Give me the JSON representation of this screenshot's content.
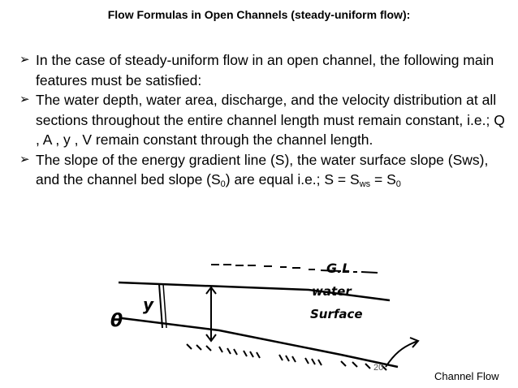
{
  "slide": {
    "title": "Flow Formulas in Open Channels (steady-uniform flow):",
    "bullet1": "In the case of steady-uniform flow in an open channel, the following main features must be satisfied:",
    "bullet2": "The water depth, water area, discharge, and the velocity distribution at all sections throughout the entire channel length must remain constant, i.e.; Q , A , y , V remain constant through the channel length.",
    "bullet3_part1": "The slope of the energy gradient line (S), the water surface slope (Sws), and the channel bed slope (S",
    "bullet3_sub1": "0",
    "bullet3_part2": ") are equal i.e.; S = S",
    "bullet3_sub2": "ws",
    "bullet3_part3": " = S",
    "bullet3_sub3": "0",
    "marker": "➢"
  },
  "figure": {
    "label_gl": "G.L",
    "label_water": "water",
    "label_surface": "Surface",
    "label_theta": "θ",
    "label_y": "y"
  },
  "footer": {
    "page_number": "20",
    "text": "Channel Flow"
  }
}
